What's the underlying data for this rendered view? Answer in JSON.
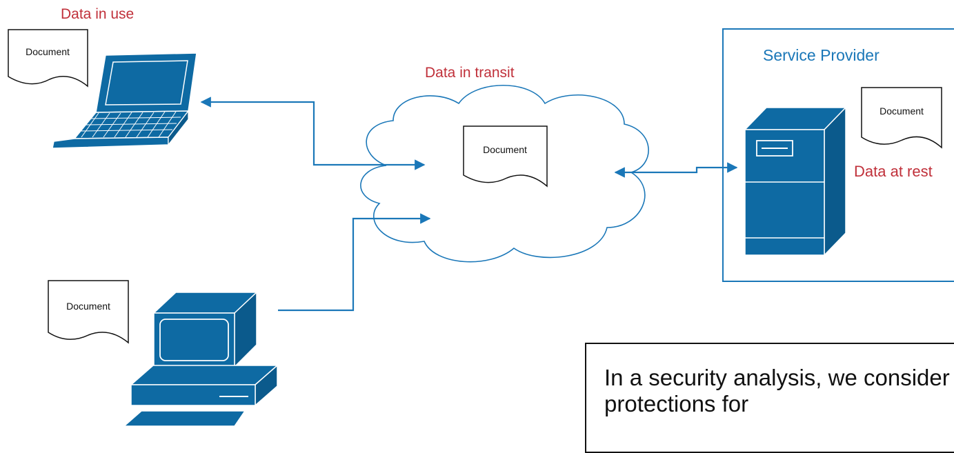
{
  "labels": {
    "data_in_use": "Data in use",
    "data_in_transit": "Data in transit",
    "service_provider": "Service Provider",
    "data_at_rest": "Data at rest"
  },
  "documents": {
    "laptop_doc": "Document",
    "cloud_doc": "Document",
    "server_doc": "Document",
    "desktop_doc": "Document"
  },
  "note": {
    "text": "In a security analysis, we consider protections for"
  },
  "colors": {
    "device_blue": "#0e6aa3",
    "line_blue": "#1a77b8",
    "label_red": "#c0303a"
  }
}
